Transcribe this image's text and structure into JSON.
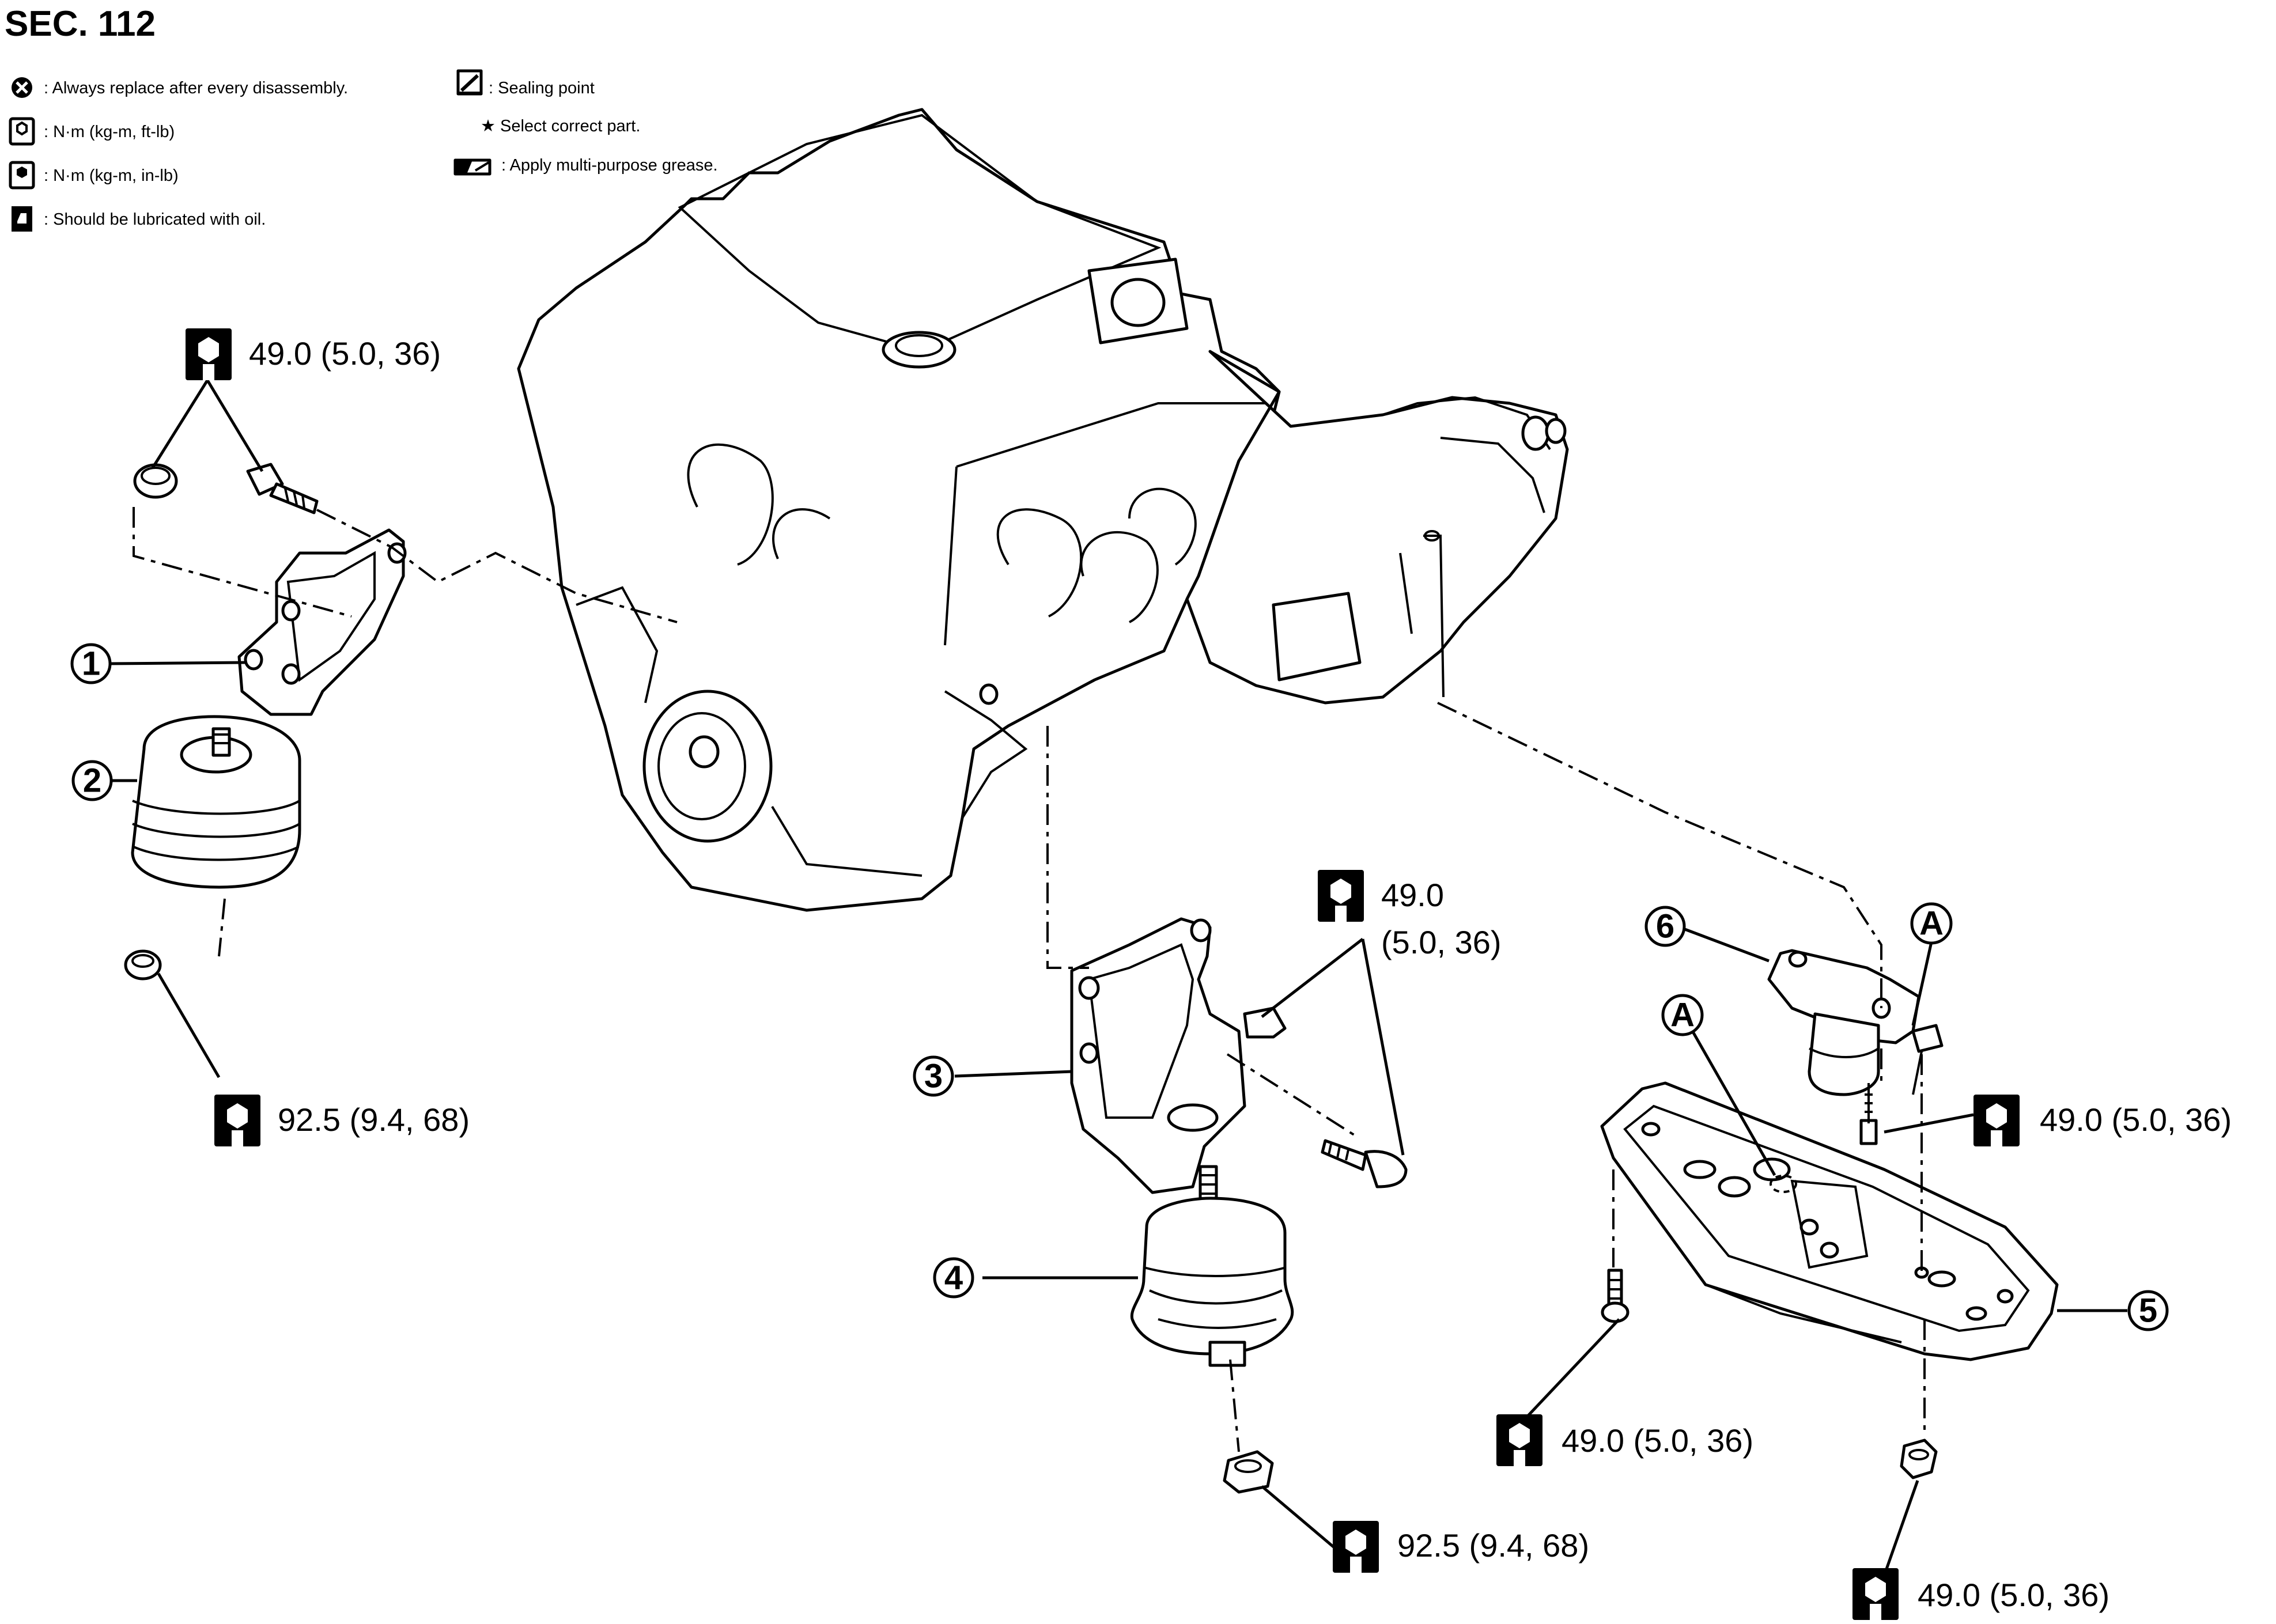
{
  "section": {
    "title": "SEC. 112"
  },
  "legend": {
    "left": [
      {
        "icon": "crossed-circle-icon",
        "text": ": Always replace after every disassembly."
      },
      {
        "icon": "torque-wrench-icon",
        "text": ": N·m (kg-m, ft-lb)"
      },
      {
        "icon": "torque-wrench-solid-icon",
        "text": ": N·m (kg-m, in-lb)"
      },
      {
        "icon": "oil-can-icon",
        "text": ": Should be lubricated with oil."
      }
    ],
    "right": [
      {
        "icon": "sealing-point-icon",
        "text": ": Sealing point"
      },
      {
        "icon": "star-icon",
        "text": "Select correct part."
      },
      {
        "icon": "grease-icon",
        "text": ": Apply multi-purpose grease."
      }
    ],
    "star_glyph": "★"
  },
  "torques": [
    {
      "id": "t1",
      "text": "49.0 (5.0, 36)"
    },
    {
      "id": "t2",
      "text": "92.5 (9.4, 68)"
    },
    {
      "id": "t3_line1",
      "text": "49.0"
    },
    {
      "id": "t3_line2",
      "text": "(5.0, 36)"
    },
    {
      "id": "t4",
      "text": "49.0 (5.0, 36)"
    },
    {
      "id": "t5",
      "text": "49.0 (5.0, 36)"
    },
    {
      "id": "t6",
      "text": "92.5 (9.4, 68)"
    },
    {
      "id": "t7",
      "text": "49.0 (5.0, 36)"
    }
  ],
  "callouts": [
    "1",
    "2",
    "3",
    "4",
    "5",
    "6"
  ],
  "refs": [
    "A",
    "A"
  ]
}
